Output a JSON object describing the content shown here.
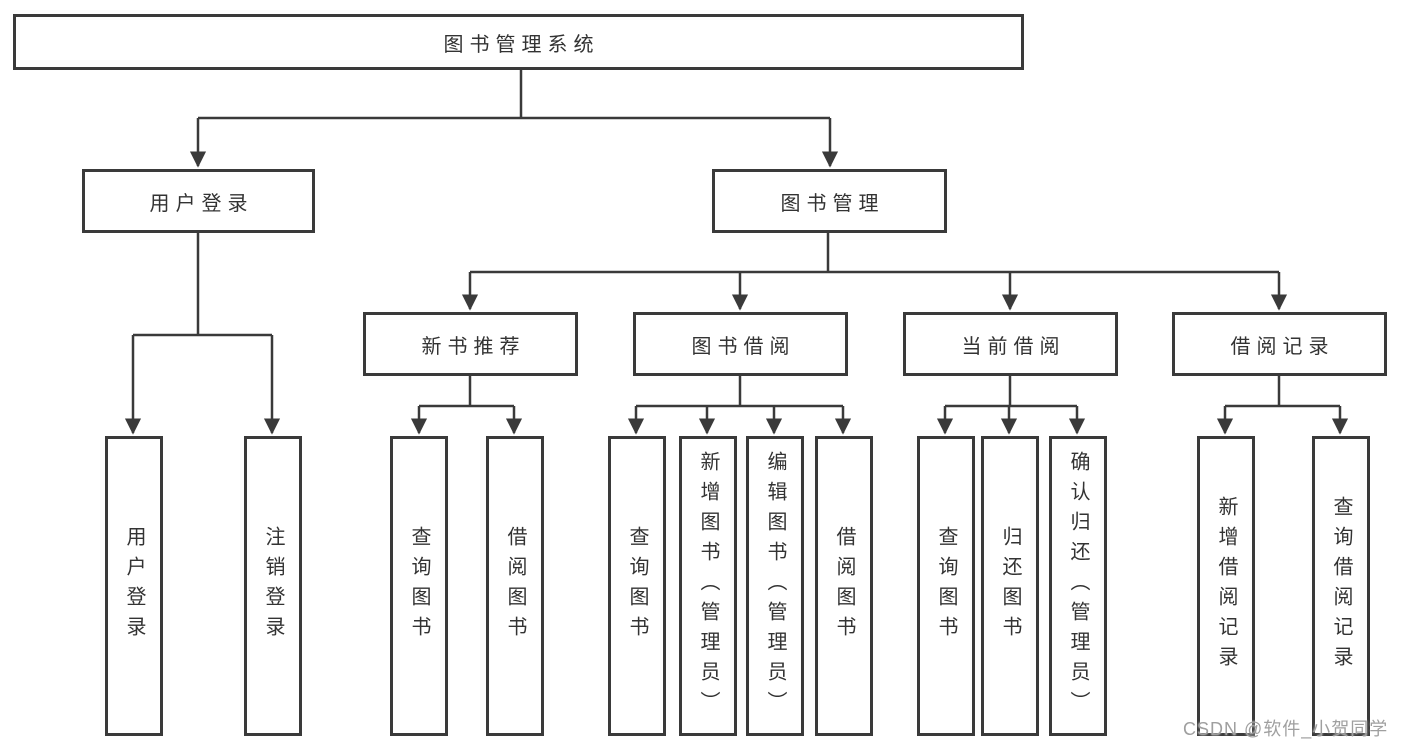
{
  "diagram": {
    "type": "hierarchy-tree",
    "root": {
      "label": "图书管理系统",
      "children": [
        {
          "label": "用户登录",
          "children": [
            {
              "label": "用户登录"
            },
            {
              "label": "注销登录"
            }
          ]
        },
        {
          "label": "图书管理",
          "children": [
            {
              "label": "新书推荐",
              "children": [
                {
                  "label": "查询图书"
                },
                {
                  "label": "借阅图书"
                }
              ]
            },
            {
              "label": "图书借阅",
              "children": [
                {
                  "label": "查询图书"
                },
                {
                  "label": "新增图书（管理员）"
                },
                {
                  "label": "编辑图书（管理员）"
                },
                {
                  "label": "借阅图书"
                }
              ]
            },
            {
              "label": "当前借阅",
              "children": [
                {
                  "label": "查询图书"
                },
                {
                  "label": "归还图书"
                },
                {
                  "label": "确认归还（管理员）"
                }
              ]
            },
            {
              "label": "借阅记录",
              "children": [
                {
                  "label": "新增借阅记录"
                },
                {
                  "label": "查询借阅记录"
                }
              ]
            }
          ]
        }
      ]
    }
  },
  "watermark": {
    "text": "CSDN @软件_小贺同学"
  },
  "colors": {
    "line": "#3a3a3a",
    "border": "#3a3a3a",
    "fill": "#ffffff",
    "text": "#333333",
    "watermark": "#9f9f9f",
    "background": "#ffffff"
  }
}
